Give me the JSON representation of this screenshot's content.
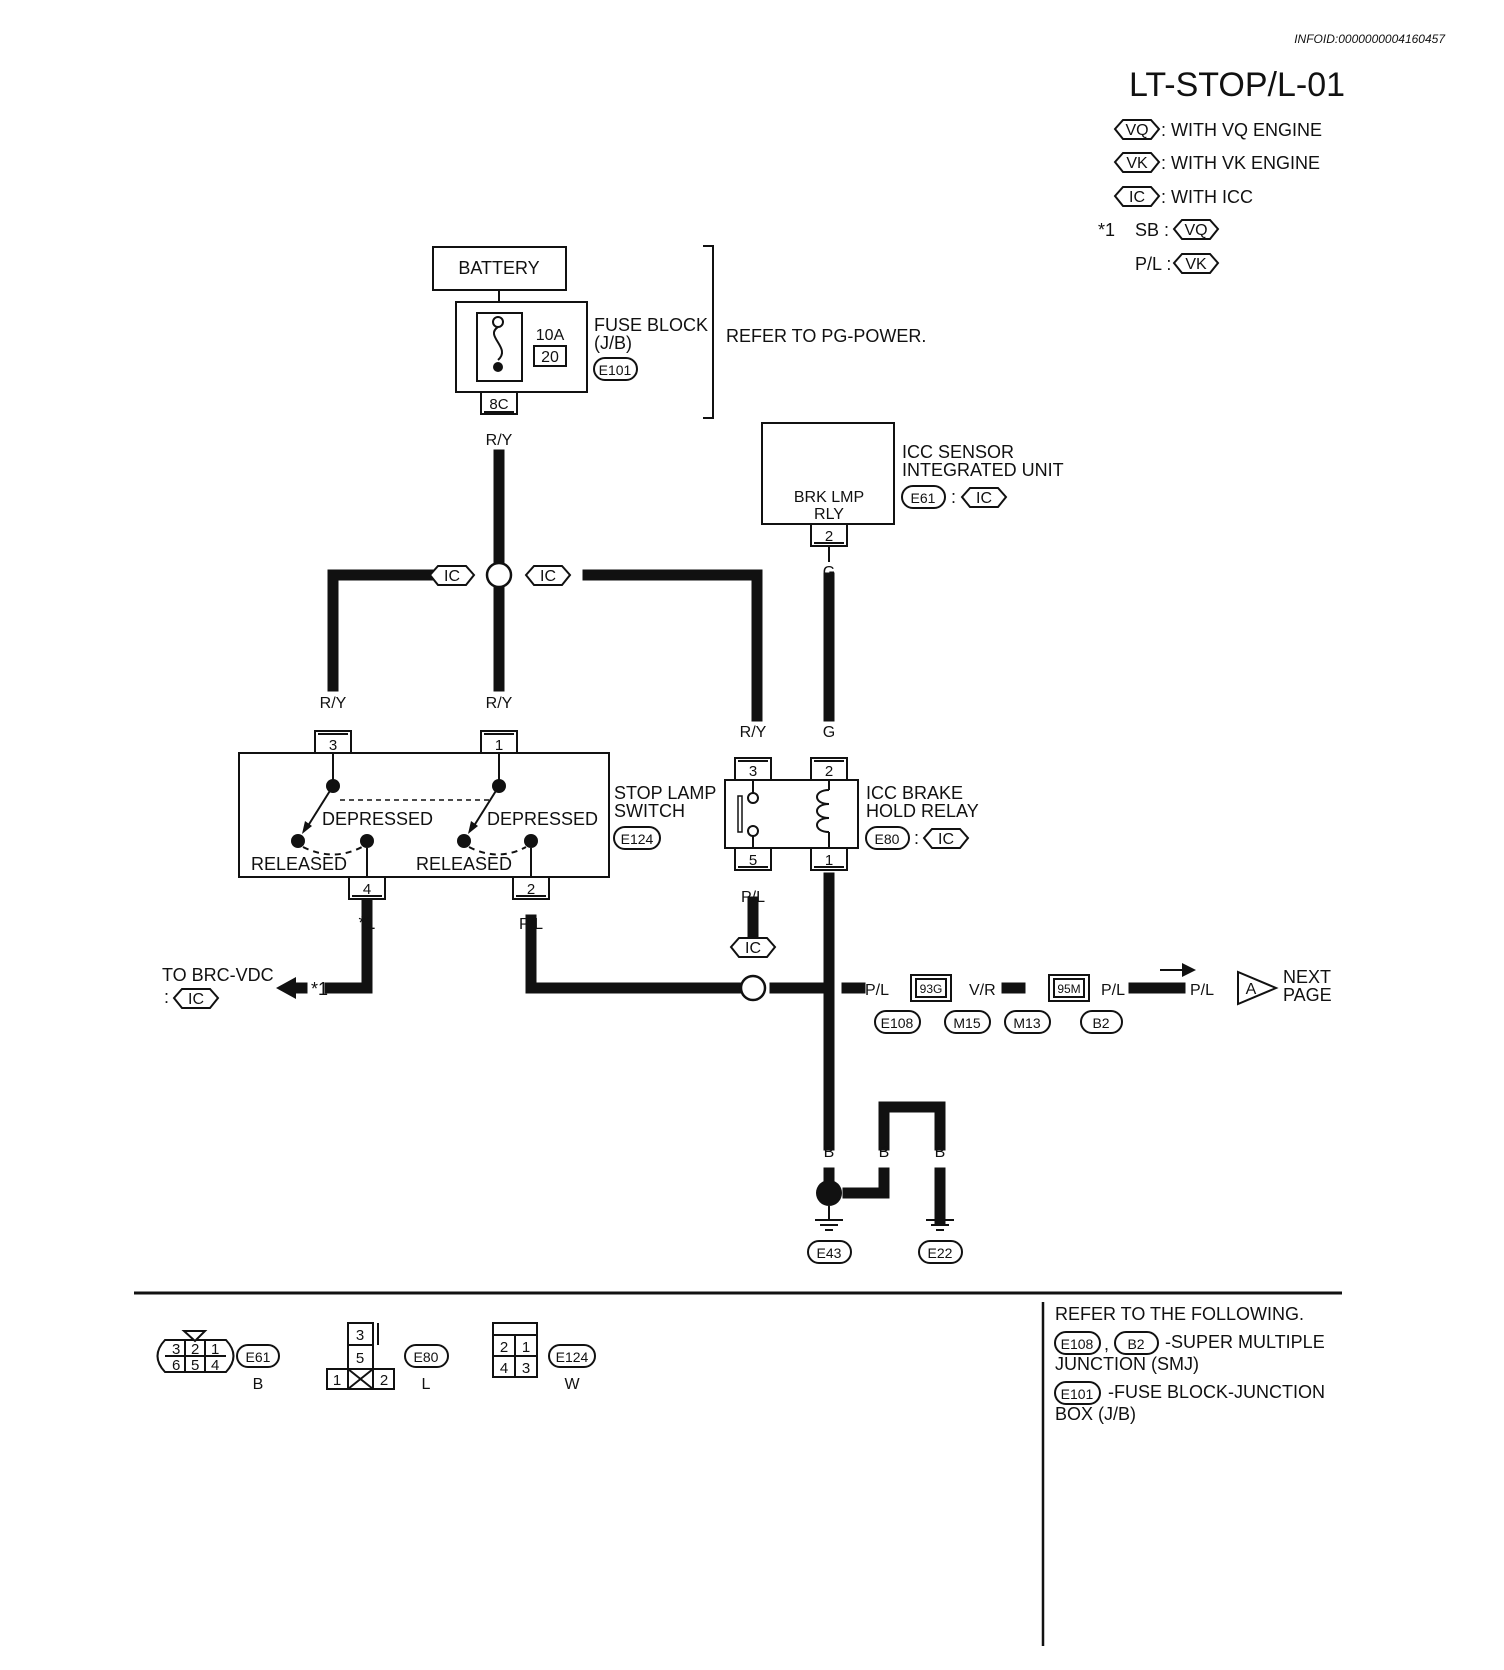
{
  "header": {
    "info_id": "INFOID:0000000004160457",
    "page_title": "LT-STOP/L-01"
  },
  "legend": {
    "vq_code": "VQ",
    "vq_text": ": WITH VQ ENGINE",
    "vk_code": "VK",
    "vk_text": ": WITH VK ENGINE",
    "ic_code": "IC",
    "ic_text": ": WITH ICC",
    "star_note": "*1",
    "sb_label": "SB :",
    "pl_label": "P/L :"
  },
  "battery": {
    "label": "BATTERY"
  },
  "fuse_block": {
    "line1": "FUSE BLOCK",
    "line2": "(J/B)",
    "rating": "10A",
    "number": "20",
    "connector": "E101",
    "terminal": "8C",
    "bracket_note": "REFER TO PG-POWER."
  },
  "wires": {
    "ry": "R/Y",
    "g": "G",
    "pl": "P/L",
    "b": "B",
    "vr": "V/R",
    "star": "*1"
  },
  "junction": {
    "ic_left": "IC",
    "ic_right": "IC"
  },
  "icc_sensor": {
    "line1": "ICC SENSOR",
    "line2": "INTEGRATED UNIT",
    "connector": "E61",
    "condition": "IC",
    "inner1": "BRK LMP",
    "inner2": "RLY",
    "terminal": "2"
  },
  "stop_lamp_switch": {
    "line1": "STOP LAMP",
    "line2": "SWITCH",
    "connector": "E124",
    "t_in_left": "3",
    "t_in_right": "1",
    "t_out_left": "4",
    "t_out_right": "2",
    "state_depressed": "DEPRESSED",
    "state_released": "RELEASED"
  },
  "icc_relay": {
    "line1": "ICC BRAKE",
    "line2": "HOLD RELAY",
    "connector": "E80",
    "condition": "IC",
    "t3": "3",
    "t2": "2",
    "t5": "5",
    "t1": "1"
  },
  "brc": {
    "line1": "TO BRC-VDC",
    "prefix": ":",
    "condition": "IC"
  },
  "pl_junction": {
    "condition": "IC"
  },
  "inline_connectors": {
    "c1_top": "93G",
    "c1_left": "E108",
    "c1_right": "M15",
    "c2_top": "95M",
    "c2_left": "M13",
    "c2_right": "B2"
  },
  "next_page": {
    "letter": "A",
    "line1": "NEXT",
    "line2": "PAGE"
  },
  "grounds": {
    "g1": "E43",
    "g2": "E22"
  },
  "connector_views": {
    "e61": {
      "id": "E61",
      "color": "B",
      "top": [
        "3",
        "2",
        "1"
      ],
      "bottom": [
        "6",
        "5",
        "4"
      ]
    },
    "e80": {
      "id": "E80",
      "color": "L",
      "pins": [
        "3",
        "5",
        "1",
        "2"
      ]
    },
    "e124": {
      "id": "E124",
      "color": "W",
      "top": [
        "2",
        "1"
      ],
      "bottom": [
        "4",
        "3"
      ]
    }
  },
  "references": {
    "title": "REFER TO THE FOLLOWING.",
    "ref1_a": "E108",
    "ref1_sep": ",",
    "ref1_b": "B2",
    "ref1_text": "-SUPER MULTIPLE",
    "ref1_text2": "JUNCTION (SMJ)",
    "ref2_a": "E101",
    "ref2_text": "-FUSE BLOCK-JUNCTION",
    "ref2_text2": "BOX (J/B)"
  }
}
